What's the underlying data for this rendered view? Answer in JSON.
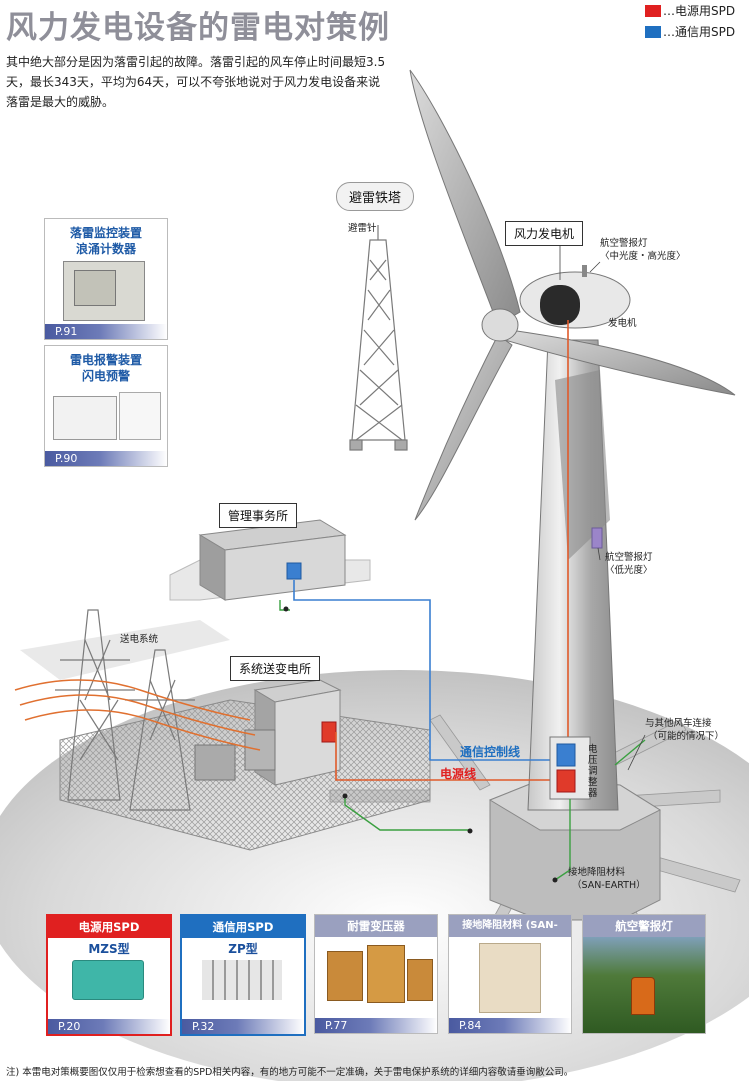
{
  "title": "风力发电设备的雷电对策例",
  "legend": {
    "power": {
      "text": "…电源用SPD",
      "color": "#e02020"
    },
    "comm": {
      "text": "…通信用SPD",
      "color": "#1f6fc0"
    }
  },
  "intro": "其中绝大部分是因为落雷引起的故障。落雷引起的风车停止时间最短3.5天，最长343天，平均为64天，可以不夸张地说对于风力发电设备来说落雷是最大的威胁。",
  "side_cards": [
    {
      "title1": "落雷监控装置",
      "title2": "浪涌计数器",
      "page": "P.91"
    },
    {
      "title1": "雷电报警装置",
      "title2": "闪电预警",
      "page": "P.90"
    }
  ],
  "labels": {
    "tower_box": "避雷铁塔",
    "lightning_rod": "避雷针",
    "turbine_box": "风力发电机",
    "aviation_light_top": "航空警报灯",
    "aviation_light_top_sub": "〈中光度・高光度〉",
    "generator": "发电机",
    "aviation_light_low": "航空警报灯",
    "aviation_light_low_sub": "〈低光度〉",
    "office_box": "管理事务所",
    "transmission": "送电系统",
    "substation_box": "系统送变电所",
    "comm_line": "通信控制线",
    "power_line": "电源线",
    "voltage_regulator": "电压调整器",
    "connect_other": "与其他风车连接",
    "connect_other_sub": "（可能的情况下）",
    "ground_material": "接地降阻材料",
    "ground_material_sub": "（SAN-EARTH）"
  },
  "products": [
    {
      "title": "电源用SPD",
      "subtitle": "MZS型",
      "page": "P.20",
      "color": "#e02020"
    },
    {
      "title": "通信用SPD",
      "subtitle": "ZP型",
      "page": "P.32",
      "color": "#1f6fc0"
    },
    {
      "title": "耐雷变压器",
      "subtitle": "",
      "page": "P.77",
      "color": "#9aa0bf"
    },
    {
      "title": "接地降阻材料 (SAN-EARTH)",
      "subtitle": "",
      "page": "P.84",
      "color": "#9aa0bf"
    },
    {
      "title": "航空警报灯",
      "subtitle": "",
      "page": "",
      "color": "#9aa0bf"
    }
  ],
  "footnote": "注) 本雷电对策概要图仅仅用于检索想查看的SPD相关内容，有的地方可能不一定准确，关于雷电保护系统的详细内容敬请垂询敝公司。"
}
